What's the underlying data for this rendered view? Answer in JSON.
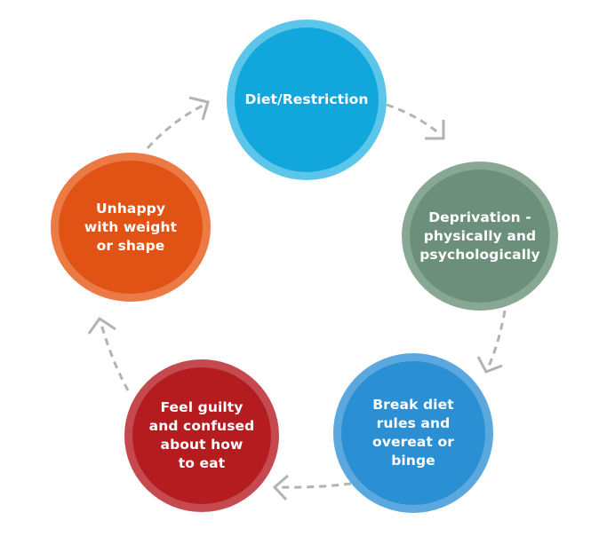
{
  "diagram": {
    "type": "cycle",
    "direction": "clockwise",
    "nodes": [
      {
        "id": "diet-restriction",
        "label": "Diet/Restriction",
        "fill": "#12a7dc",
        "ring": "#5cc6ea"
      },
      {
        "id": "deprivation",
        "label": "Deprivation -\nphysically and\npsychologically",
        "fill": "#6c8f7b",
        "ring": "#88a894"
      },
      {
        "id": "break-diet",
        "label": "Break diet\nrules and\novereat or\nbinge",
        "fill": "#2b8fd4",
        "ring": "#5aa8de"
      },
      {
        "id": "feel-guilty",
        "label": "Feel guilty\nand confused\nabout how\nto eat",
        "fill": "#b51c20",
        "ring": "#c54a50"
      },
      {
        "id": "unhappy",
        "label": "Unhappy\nwith weight\nor shape",
        "fill": "#e05314",
        "ring": "#ec7a45"
      }
    ],
    "edges": [
      {
        "from": "diet-restriction",
        "to": "deprivation",
        "style": "dashed-arrow"
      },
      {
        "from": "deprivation",
        "to": "break-diet",
        "style": "dashed-arrow"
      },
      {
        "from": "break-diet",
        "to": "feel-guilty",
        "style": "dashed-arrow"
      },
      {
        "from": "feel-guilty",
        "to": "unhappy",
        "style": "dashed-arrow"
      },
      {
        "from": "unhappy",
        "to": "diet-restriction",
        "style": "dashed-arrow"
      }
    ],
    "arrow_color": "#b3b3b3"
  }
}
